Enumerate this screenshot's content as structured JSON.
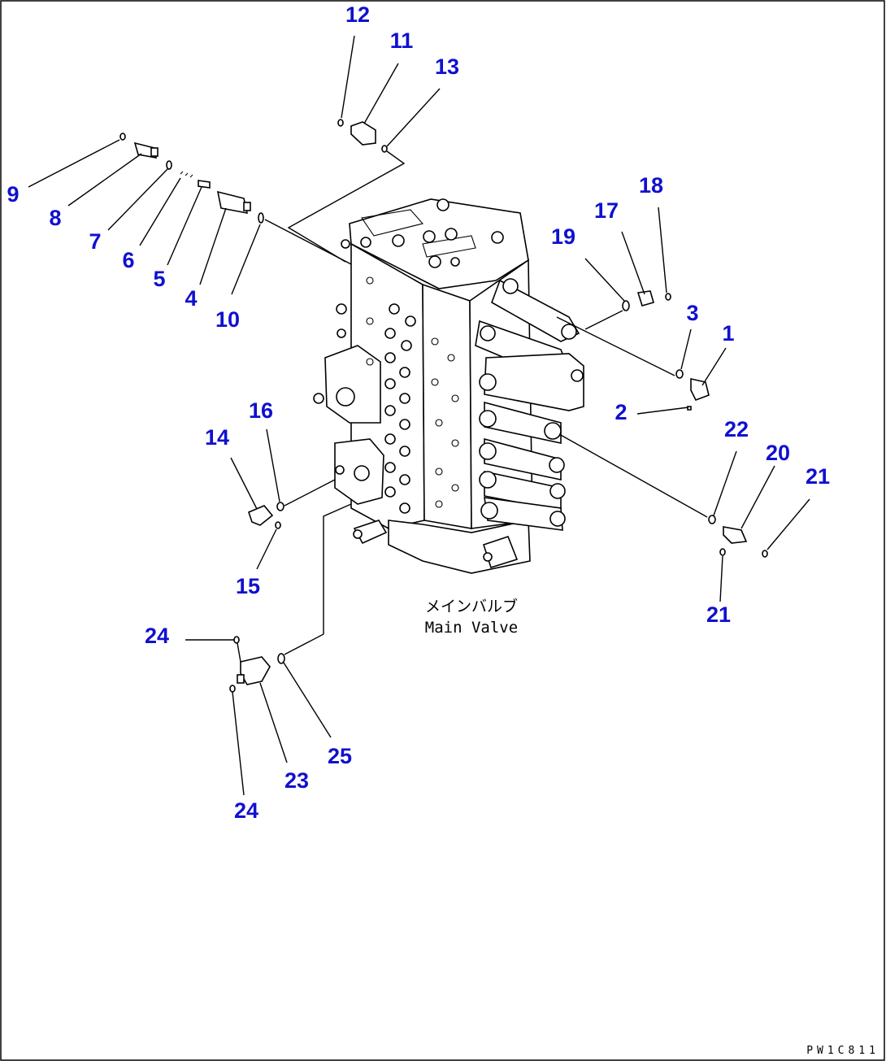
{
  "diagram": {
    "callout_color": "#1010d0",
    "main_label_jp": "メインバルブ",
    "main_label_en": "Main Valve",
    "drawing_code": "PW1C811",
    "callouts": [
      {
        "id": "c12",
        "label": "12"
      },
      {
        "id": "c11",
        "label": "11"
      },
      {
        "id": "c13",
        "label": "13"
      },
      {
        "id": "c9",
        "label": "9"
      },
      {
        "id": "c8",
        "label": "8"
      },
      {
        "id": "c7",
        "label": "7"
      },
      {
        "id": "c6",
        "label": "6"
      },
      {
        "id": "c5",
        "label": "5"
      },
      {
        "id": "c4",
        "label": "4"
      },
      {
        "id": "c10",
        "label": "10"
      },
      {
        "id": "c18",
        "label": "18"
      },
      {
        "id": "c17",
        "label": "17"
      },
      {
        "id": "c19",
        "label": "19"
      },
      {
        "id": "c3",
        "label": "3"
      },
      {
        "id": "c1",
        "label": "1"
      },
      {
        "id": "c2",
        "label": "2"
      },
      {
        "id": "c16",
        "label": "16"
      },
      {
        "id": "c14",
        "label": "14"
      },
      {
        "id": "c15",
        "label": "15"
      },
      {
        "id": "c22",
        "label": "22"
      },
      {
        "id": "c20",
        "label": "20"
      },
      {
        "id": "c21a",
        "label": "21"
      },
      {
        "id": "c21b",
        "label": "21"
      },
      {
        "id": "c24a",
        "label": "24"
      },
      {
        "id": "c25",
        "label": "25"
      },
      {
        "id": "c23",
        "label": "23"
      },
      {
        "id": "c24b",
        "label": "24"
      }
    ]
  }
}
